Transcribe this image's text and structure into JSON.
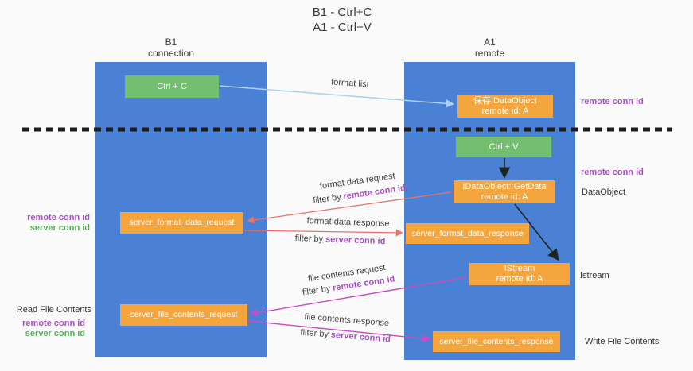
{
  "title": {
    "line1": "B1 - Ctrl+C",
    "line2": "A1 - Ctrl+V"
  },
  "lanes": {
    "left": {
      "title": "B1",
      "subtitle": "connection"
    },
    "right": {
      "title": "A1",
      "subtitle": "remote"
    }
  },
  "nodes": {
    "ctrl_c": {
      "label": "Ctrl + C"
    },
    "save_dataobject": {
      "line1": "保存IDataObject",
      "line2": "remote id: A"
    },
    "ctrl_v": {
      "label": "Ctrl + V"
    },
    "getdata": {
      "line1": "IDataObject::GetData",
      "line2": "remote id: A"
    },
    "format_request": {
      "label": "server_format_data_request"
    },
    "format_response": {
      "label": "server_format_data_response"
    },
    "istream": {
      "line1": "IStream",
      "line2": "remote id: A"
    },
    "file_request": {
      "label": "server_file_contents_request"
    },
    "file_response": {
      "label": "server_file_contents_response"
    }
  },
  "edges": {
    "format_list": {
      "label": "format list"
    },
    "format_data_request": {
      "label": "format data request",
      "filter_prefix": "filter by",
      "filter_key": "remote conn id"
    },
    "format_data_response": {
      "label": "format data response",
      "filter_prefix": "filter by",
      "filter_key": "server conn id"
    },
    "file_contents_request": {
      "label": "file contents request",
      "filter_prefix": "filter by",
      "filter_key": "remote conn id"
    },
    "file_contents_response": {
      "label": "file contents response",
      "filter_prefix": "filter by",
      "filter_key": "server conn id"
    }
  },
  "annotations": {
    "right_remote_conn_id_1": "remote conn id",
    "right_remote_conn_id_2": "remote conn id",
    "dataobject": "DataObject",
    "istream": "Istream",
    "write_file_contents": "Write File Contents",
    "left_remote_conn_id_1": "remote conn id",
    "left_server_conn_id_1": "server conn id",
    "read_file_contents": "Read File Contents",
    "left_remote_conn_id_2": "remote conn id",
    "left_server_conn_id_2": "server conn id"
  },
  "colors": {
    "lane_blue": "#4a81d5",
    "node_orange": "#f5a53e",
    "node_green": "#72bf70",
    "arrow_lightblue": "#a9d3ee",
    "arrow_red": "#e8736b",
    "arrow_magenta": "#c94ec2",
    "arrow_black": "#222222",
    "text_purple": "#a74fc6",
    "text_green": "#55b055"
  }
}
